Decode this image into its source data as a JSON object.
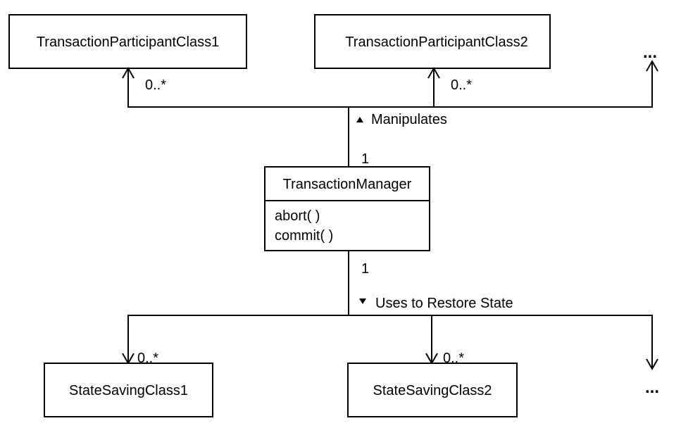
{
  "classes": {
    "tp1": {
      "name": "TransactionParticipantClass1"
    },
    "tp2": {
      "name": "TransactionParticipantClass2"
    },
    "tp_more": "...",
    "manager": {
      "name": "TransactionManager",
      "methods": [
        "abort( )",
        "commit( )"
      ]
    },
    "ss1": {
      "name": "StateSavingClass1"
    },
    "ss2": {
      "name": "StateSavingClass2"
    },
    "ss_more": "..."
  },
  "associations": {
    "manipulates": {
      "label": "Manipulates",
      "direction_icon": "triangle-up-icon",
      "source_multiplicity": "1",
      "target_multiplicity_1": "0..*",
      "target_multiplicity_2": "0..*"
    },
    "restores": {
      "label": "Uses to Restore State",
      "direction_icon": "triangle-down-icon",
      "source_multiplicity": "1",
      "target_multiplicity_1": "0..*",
      "target_multiplicity_2": "0..*"
    }
  }
}
